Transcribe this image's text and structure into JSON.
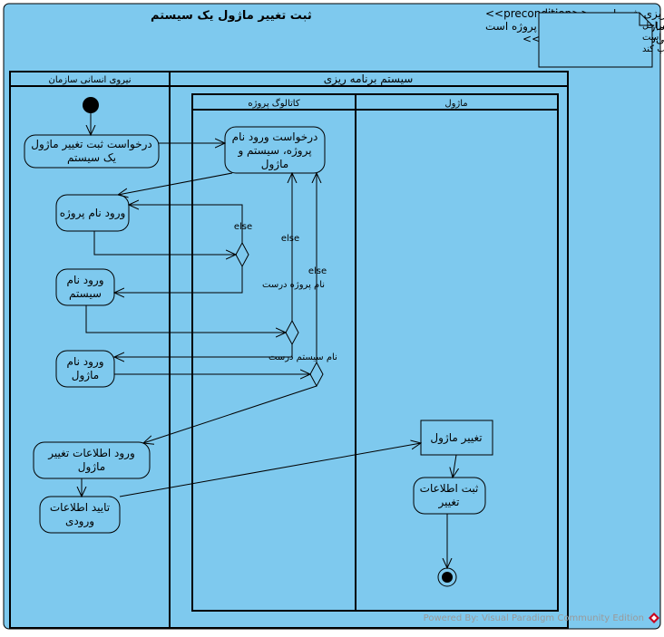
{
  "diagram": {
    "title": "ثبت تغییر ماژول یک سیستم",
    "header_lines": [
      "نیروی انسانی سازمان وارد سیستم برنامه‌ریزی شده است <<precondition>>",
      "نیروی انسانی سازمان مجاز به تغییر ماژول پروژه است",
      "تغییرات اعمال شده روی ماژول در سیستم برنامه‌ریزی ثبت می‌شود <<postcondition>>"
    ],
    "note_lines": [
      "در هریک از مراحل",
      "کنشگر ممکن است",
      "انصراف را انتخاب کند"
    ],
    "swimlanes": {
      "left": "نیروی انسانی سازمان",
      "system": "سیستم برنامه ریزی",
      "catalog": "کاتالوگ پروژه",
      "module": "ماژول"
    },
    "actions": {
      "request_change": [
        "درخواست ثبت تغییر ماژول",
        "یک سیستم"
      ],
      "request_names": [
        "درخواست ورود نام",
        "پروژه، سیستم و",
        "ماژول"
      ],
      "enter_project": [
        "ورود نام پروژه"
      ],
      "enter_system": [
        "ورود نام",
        "سیستم"
      ],
      "enter_module": [
        "ورود نام",
        "ماژول"
      ],
      "enter_change_info": [
        "ورود اطلاعات تغییر",
        "ماژول"
      ],
      "confirm_input": [
        "تایید اطلاعات",
        "ورودی"
      ],
      "change_module": [
        "تغییر ماژول"
      ],
      "record_change": [
        "ثبت اطلاعات",
        "تغییر"
      ]
    },
    "guards": {
      "else1": "else",
      "else2": "else",
      "else3": "else",
      "project_ok": "نام پروژه درست",
      "system_ok": "نام سیستم درست"
    },
    "watermark": "Powered By: Visual Paradigm Community Edition",
    "colors": {
      "frame_fill": "#7ec9ee",
      "stroke": "#000000",
      "note_fill": "#7ec9ee",
      "watermark": "#9a9a9a",
      "watermark_logo": "#c8001e"
    }
  }
}
